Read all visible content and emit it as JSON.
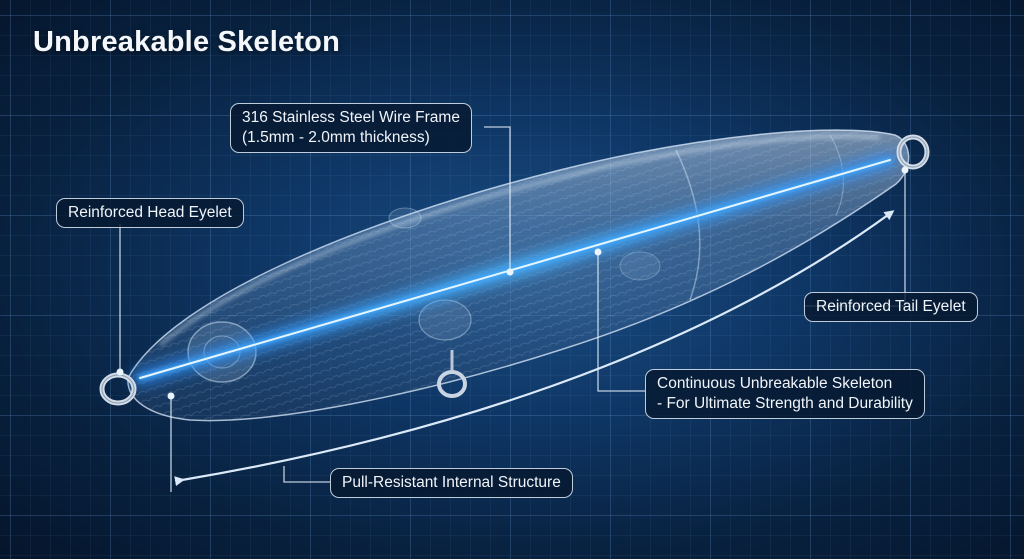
{
  "title": "Unbreakable Skeleton",
  "callouts": {
    "wire_frame": {
      "line1": "316 Stainless Steel Wire Frame",
      "line2": "(1.5mm - 2.0mm thickness)"
    },
    "head_eyelet": "Reinforced Head Eyelet",
    "tail_eyelet": "Reinforced Tail Eyelet",
    "skeleton": {
      "line1": "Continuous Unbreakable Skeleton",
      "line2": "- For Ultimate Strength and Durability"
    },
    "pull_resistant": "Pull-Resistant Internal Structure"
  },
  "colors": {
    "background": "#0e3563",
    "wire_glow": "#3fa9ff",
    "wire_core": "#e6f6ff",
    "callout_border": "#e1ebf8"
  }
}
